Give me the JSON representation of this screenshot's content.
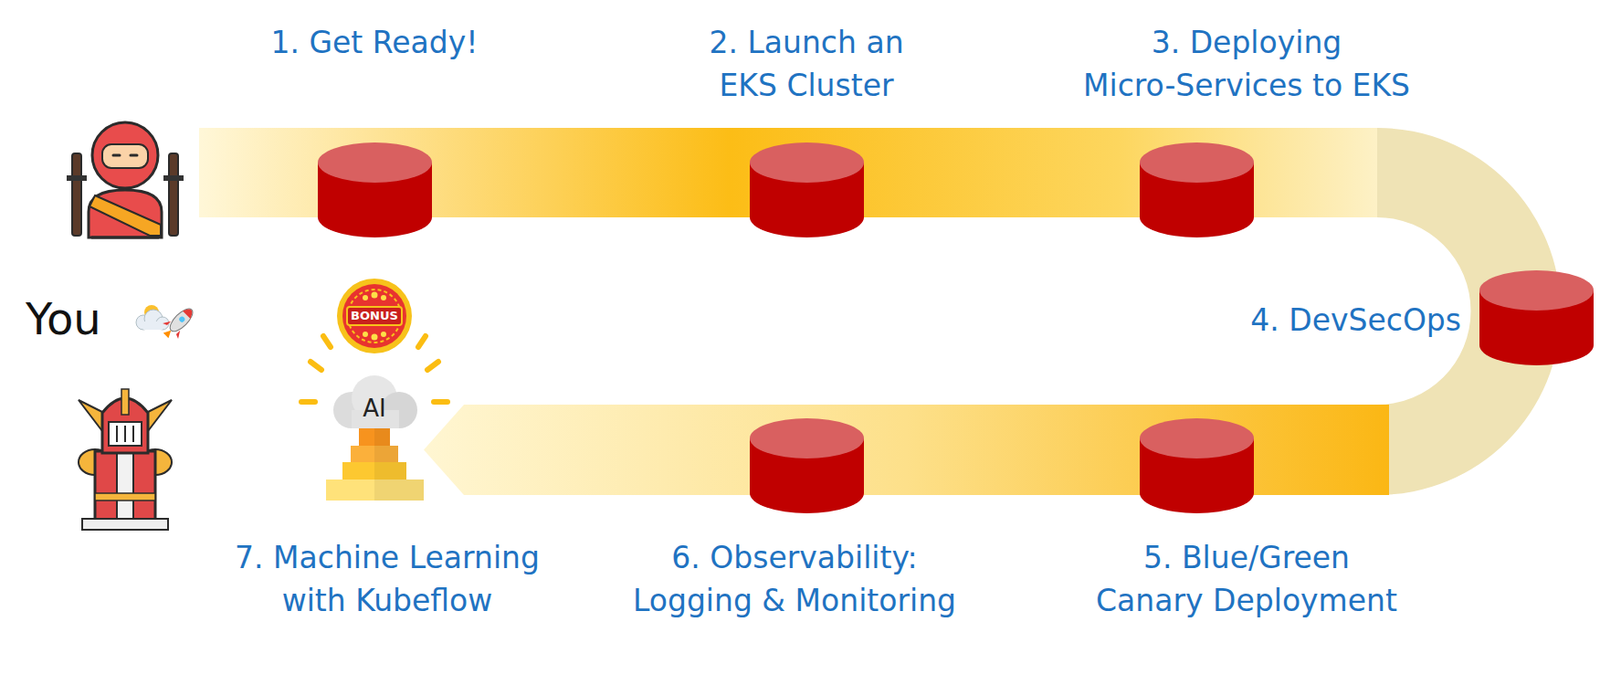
{
  "diagram": {
    "nodes": [
      {
        "text": [
          "1. Get Ready!"
        ]
      },
      {
        "text": [
          "2. Launch an EKS Cluster"
        ]
      },
      {
        "text": [
          "3. Deploying Micro-Services to EKS"
        ]
      },
      {
        "text": [
          "4. DevSecOps"
        ]
      },
      {
        "text": [
          "5. Blue/Green Canary Deployment"
        ]
      },
      {
        "text": [
          "6. Observability: Logging & Monitoring"
        ]
      },
      {
        "text": [
          "7. Machine Learning with Kubeflow",
          "AI"
        ]
      }
    ],
    "labels": [
      "You",
      "BONUS"
    ]
  }
}
